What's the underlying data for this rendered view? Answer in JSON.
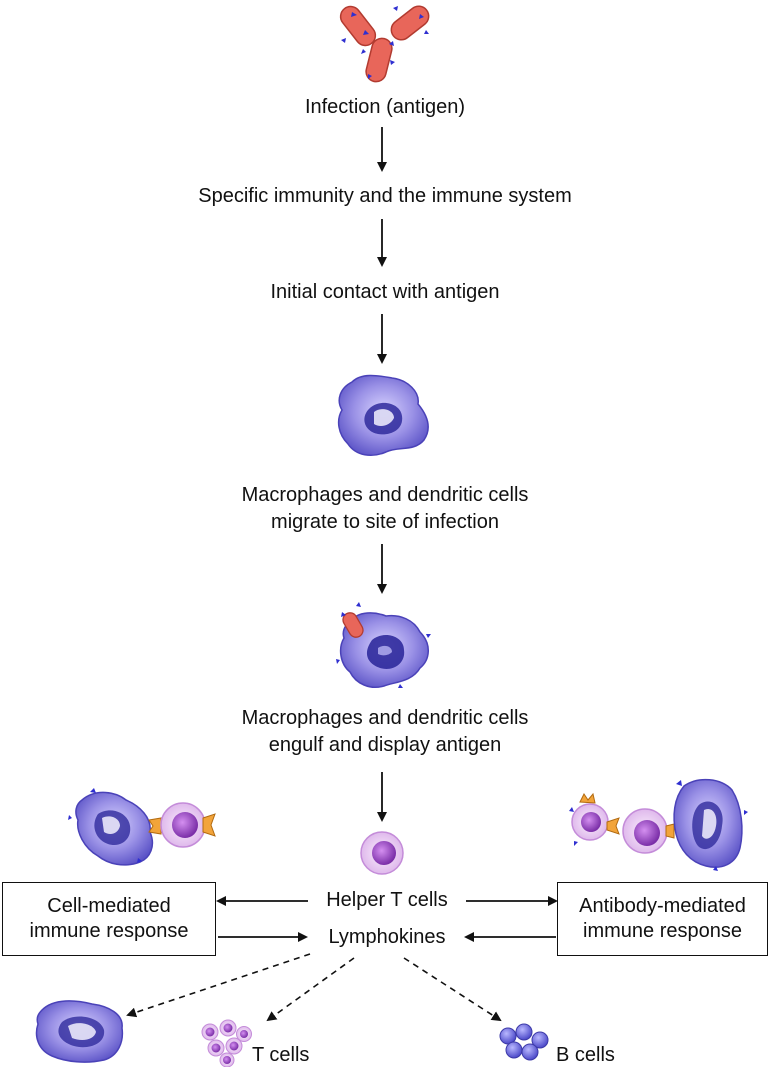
{
  "steps": {
    "infection": "Infection (antigen)",
    "specific_immunity": "Specific immunity and the immune system",
    "initial_contact": "Initial contact with antigen",
    "migrate_line1": "Macrophages and dendritic cells",
    "migrate_line2": "migrate to site of infection",
    "engulf_line1": "Macrophages and dendritic cells",
    "engulf_line2": "engulf and display antigen"
  },
  "center": {
    "helper_t": "Helper T cells",
    "lymphokines": "Lymphokines"
  },
  "left_box": {
    "line1": "Cell-mediated",
    "line2": "immune response"
  },
  "right_box": {
    "line1": "Antibody-mediated",
    "line2": "immune response"
  },
  "outputs": {
    "t_cells": "T cells",
    "b_cells": "B cells"
  },
  "colors": {
    "bacteria": "#e8665a",
    "bacteria_edge": "#b23b30",
    "antigen_marker": "#2f2fd0",
    "macrophage": "#8f86e0",
    "macrophage_dark": "#2f2a9c",
    "t_cell": "#f1d8f5",
    "t_cell_nucleus": "#a24ccd",
    "receptor": "#f2a43a",
    "b_cell": "#7a78e6"
  }
}
